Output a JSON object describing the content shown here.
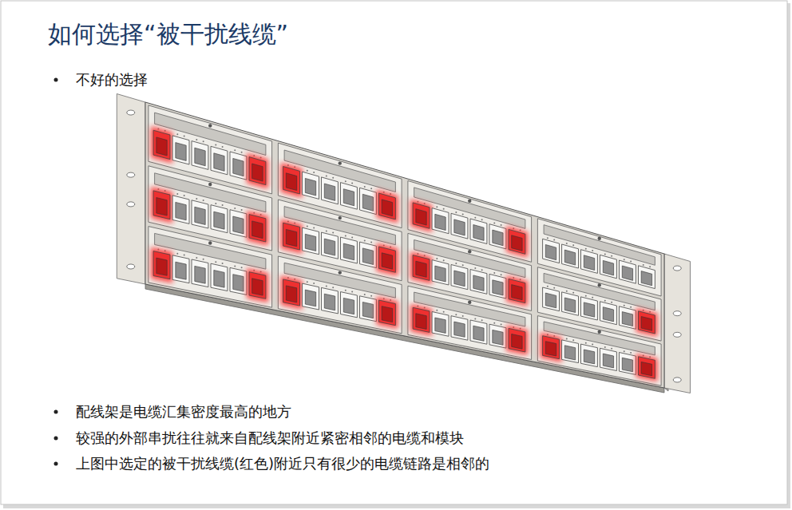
{
  "diagram": {
    "title": "如何选择“被干扰线缆”",
    "labels": [
      "不好的选择",
      "配线架是电缆汇集密度最高的地方",
      "较强的外部串扰往往就来自配线架附近紧密相邻的电缆和模块",
      "上图中选定的被干扰线缆(红色)附近只有很少的电缆链路是相邻的"
    ]
  }
}
